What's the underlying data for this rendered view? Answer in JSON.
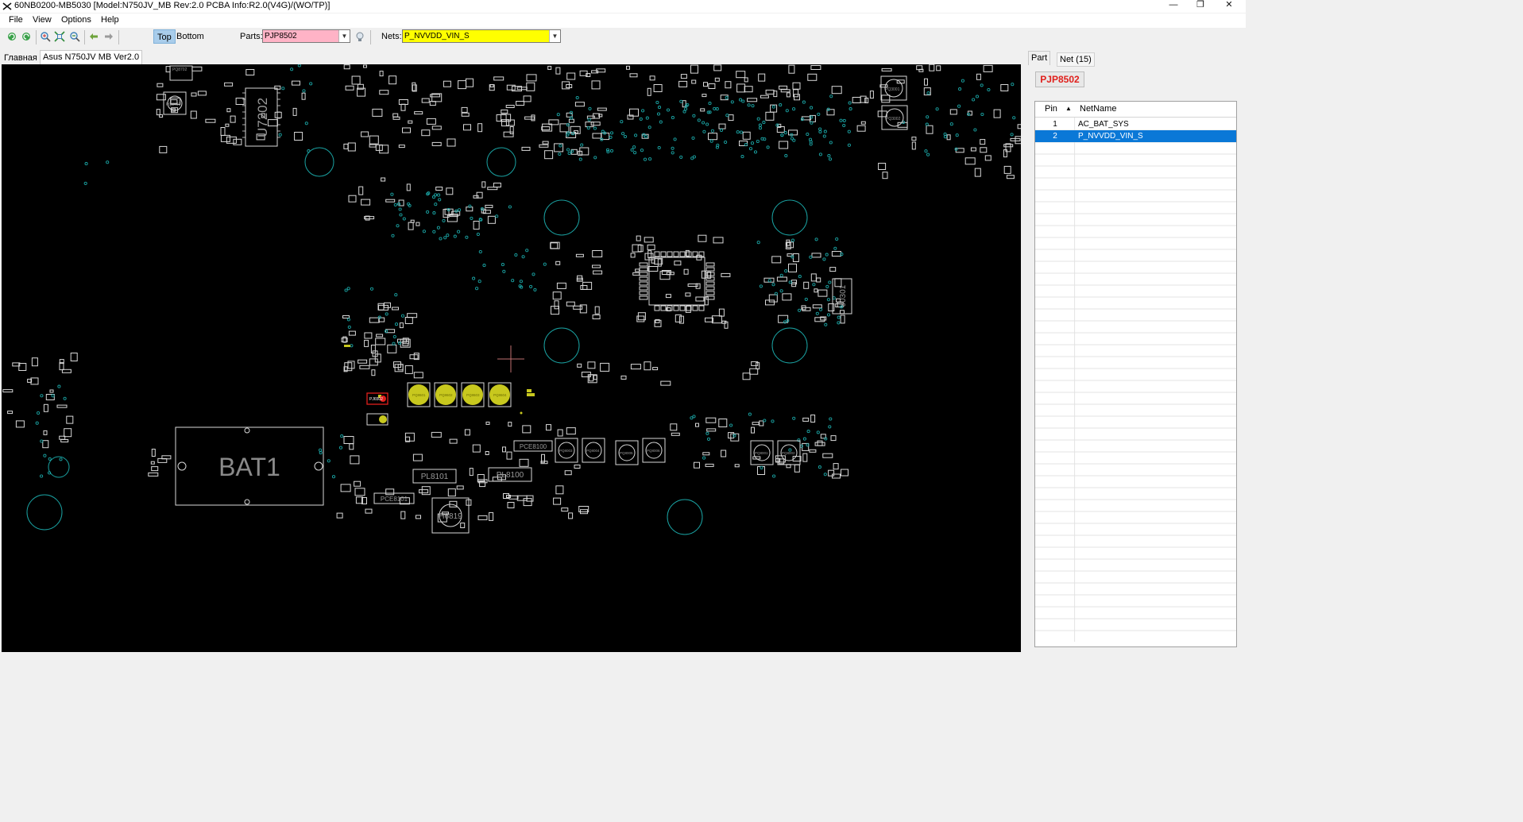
{
  "window": {
    "title": "60NB0200-MB5030 [Model:N750JV_MB Rev:2.0 PCBA Info:R2.0(V4G)/(WO/TP)]",
    "minimize_glyph": "—",
    "maximize_glyph": "❐",
    "close_glyph": "✕"
  },
  "menu": {
    "file": "File",
    "view": "View",
    "options": "Options",
    "help": "Help"
  },
  "toolbar": {
    "top_label": "Top",
    "bottom_label": "Bottom",
    "parts_label": "Parts:",
    "parts_value": "PJP8502",
    "nets_label": "Nets:",
    "nets_value": "P_NVVDD_VIN_S",
    "icons": [
      "rotate-left-icon",
      "rotate-right-icon",
      "zoom-in-icon",
      "zoom-fit-icon",
      "zoom-out-icon",
      "back-arrow-icon",
      "forward-arrow-icon",
      "search-bulb-icon"
    ]
  },
  "tabs": {
    "main": "Главная",
    "board": "Asus N750JV MB Ver2.0"
  },
  "board": {
    "labels": {
      "bat1": "BAT1",
      "u7202": "U7202",
      "j0301": "J0301",
      "pq8701": "PQ8701",
      "pq8702": "PQ8702",
      "pj6502": "PJ6502",
      "pl8101": "PL8101",
      "pl8100": "PL8100",
      "pce8100": "PCE8100",
      "pce8101": "PCE8101",
      "h6819": "H6819",
      "pq8003": "PQ8003",
      "pq8004": "PQ8004",
      "pq8005": "PQ8005",
      "pq8006": "PQ8006",
      "pq8001": "PQ8001",
      "pq8002": "PQ8002",
      "pq3001": "PQ3001",
      "pq3002": "PQ3002",
      "pq8601": "PQ8601",
      "pq8602": "PQ8602",
      "pq8603": "PQ8603",
      "pq8604": "PQ8604"
    },
    "colors": {
      "background": "#000000",
      "outline": "#d8d8d8",
      "via": "#1aa3a3",
      "highlight_net": "#c8c81e",
      "highlight_part": "#e0201c"
    }
  },
  "panel": {
    "tabs": {
      "part": "Part",
      "net": "Net (15)"
    },
    "selected_part": "PJP8502",
    "columns": {
      "pin": "Pin",
      "netname": "NetName"
    },
    "rows": [
      {
        "pin": "1",
        "net": "AC_BAT_SYS"
      },
      {
        "pin": "2",
        "net": "P_NVVDD_VIN_S"
      }
    ]
  }
}
